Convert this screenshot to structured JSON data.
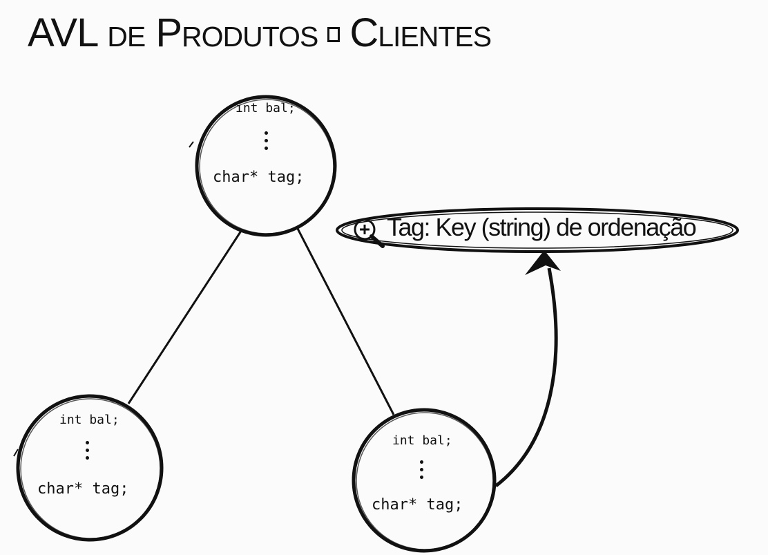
{
  "title": {
    "part1": "AVL de Produtos",
    "part2": "Clientes"
  },
  "nodes": [
    {
      "id": "root",
      "field1": "int bal;",
      "field2": "char* tag;"
    },
    {
      "id": "left",
      "field1": "int bal;",
      "field2": "char* tag;"
    },
    {
      "id": "right",
      "field1": "int bal;",
      "field2": "char* tag;"
    }
  ],
  "callout": {
    "icon": "zoom-in-icon",
    "text": "Tag: Key (string) de ordenação"
  }
}
